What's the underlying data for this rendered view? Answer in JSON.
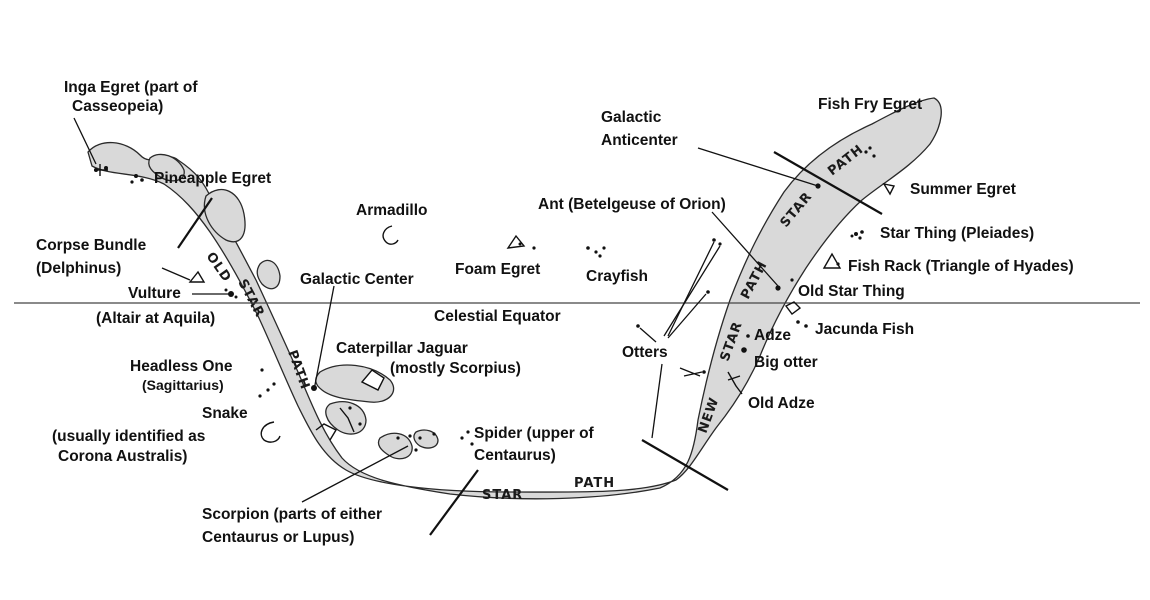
{
  "labels": {
    "inga_egret_1": "Inga Egret (part of",
    "inga_egret_2": "Casseopeia)",
    "pineapple_egret": "Pineapple Egret",
    "corpse_bundle_1": "Corpse Bundle",
    "corpse_bundle_2": "(Delphinus)",
    "vulture": "Vulture",
    "altair": "(Altair at Aquila)",
    "armadillo": "Armadillo",
    "galactic_center": "Galactic Center",
    "foam_egret": "Foam Egret",
    "crayfish": "Crayfish",
    "celestial_equator": "Celestial Equator",
    "headless_one": "Headless One",
    "sagittarius": "(Sagittarius)",
    "caterpillar_jaguar_1": "Caterpillar Jaguar",
    "caterpillar_jaguar_2": "(mostly Scorpius)",
    "snake": "Snake",
    "snake_note_1": "(usually identified as",
    "snake_note_2": "Corona Australis)",
    "spider_1": "Spider (upper of",
    "spider_2": "Centaurus)",
    "scorpion_1": "Scorpion (parts of either",
    "scorpion_2": "Centaurus or Lupus)",
    "galactic_anticenter_1": "Galactic",
    "galactic_anticenter_2": "Anticenter",
    "fish_fry_egret": "Fish Fry Egret",
    "summer_egret": "Summer Egret",
    "ant": "Ant (Betelgeuse of Orion)",
    "star_thing": "Star Thing (Pleiades)",
    "fish_rack": "Fish Rack (Triangle of Hyades)",
    "old_star_thing": "Old Star Thing",
    "otters": "Otters",
    "adze": "Adze",
    "jacunda_fish": "Jacunda Fish",
    "big_otter": "Big otter",
    "old_adze": "Old Adze"
  },
  "band_words": {
    "old": "OLD",
    "star": "STAR",
    "path": "PATH",
    "new": "NEW"
  }
}
